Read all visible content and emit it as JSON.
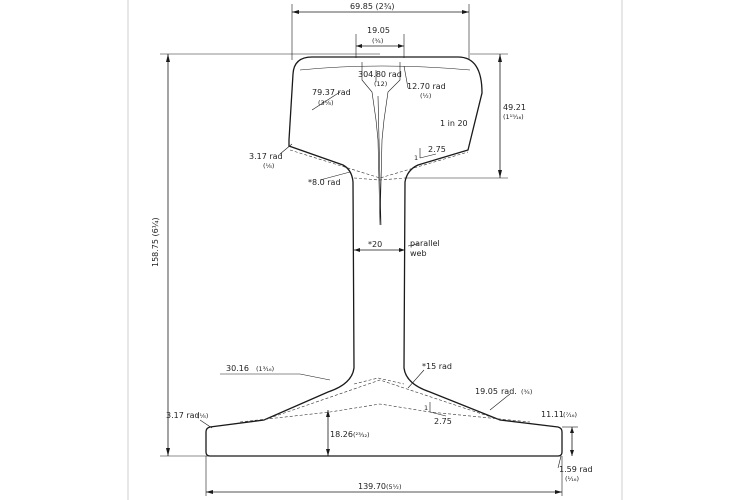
{
  "dimensions": {
    "overall_head_width": "69.85 (2¾)",
    "head_center_width": "19.05",
    "head_center_width_imperial": "(¾)",
    "crown_radius": "304.80 rad",
    "crown_radius_imperial": "(12)",
    "head_corner_radius_left": "79.37 rad",
    "head_corner_radius_left_imperial": "(3⅛)",
    "head_corner_radius_right": "12.70 rad",
    "head_corner_radius_right_imperial": "(½)",
    "head_depth": "49.21",
    "head_depth_imperial": "(1¹⁵⁄₁₆)",
    "head_side_slope": "1 in 20",
    "head_underside_radius": "3.17 rad",
    "head_underside_radius_imperial": "(⅛)",
    "fillet_top_radius": "*8.0 rad",
    "underhead_slope": "2.75",
    "underhead_slope_rise": "1",
    "overall_height": "158.75 (6¼)",
    "web_thickness": "*20",
    "web_note_line1": "parallel",
    "web_note_line2": "web",
    "foot_dimension_left": "30.16",
    "foot_dimension_left_imperial": "(1³⁄₁₆)",
    "fillet_bottom_radius": "*15 rad",
    "foot_upper_radius": "19.05",
    "foot_upper_radius_suffix": "rad.",
    "foot_upper_radius_imperial": "(¾)",
    "foot_slope": "2.75",
    "foot_slope_rise": "1",
    "foot_edge_radius": "3.17 rad",
    "foot_edge_radius_imperial": "(⅛)",
    "foot_thickness": "18.26",
    "foot_thickness_imperial": "(²³⁄₃₂)",
    "foot_edge_height": "11.11",
    "foot_edge_height_imperial": "(⁷⁄₁₆)",
    "foot_corner_radius": "1.59 rad",
    "foot_corner_radius_imperial": "(¹⁄₁₆)",
    "foot_width": "139.70",
    "foot_width_imperial": "(5½)"
  }
}
